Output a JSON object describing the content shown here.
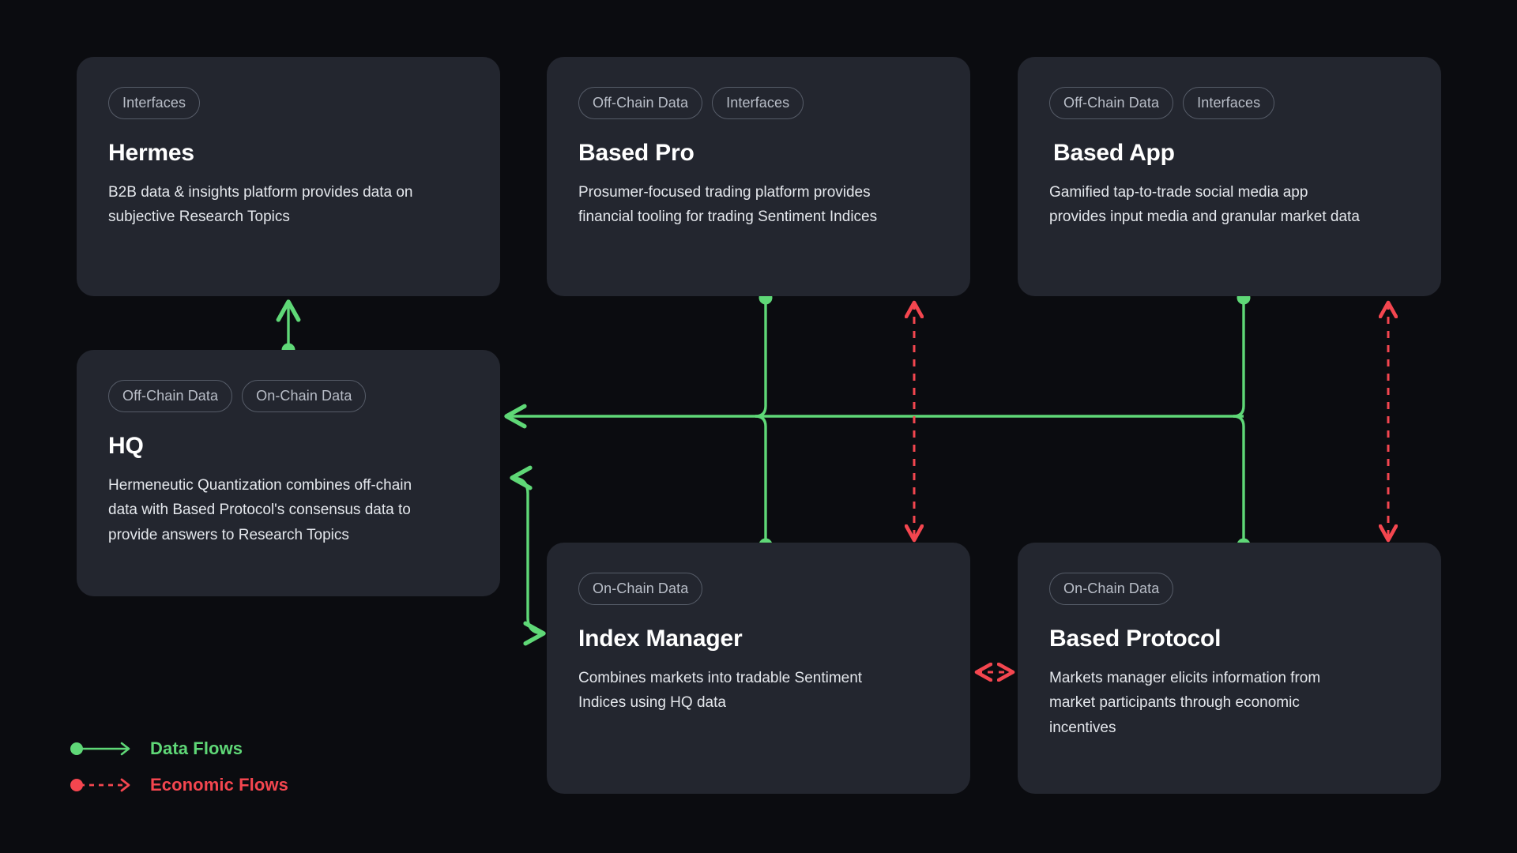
{
  "theme": {
    "page_background": "#0b0c10",
    "card_background": "#23262f",
    "title_color": "#ffffff",
    "body_color": "#e4e7ec",
    "tag_border": "#565c68",
    "tag_text": "#b9bec8",
    "data_flow_color": "#5fd877",
    "economic_flow_color": "#f4464f"
  },
  "cards": [
    {
      "id": "hermes",
      "tags": [
        "Interfaces"
      ],
      "title": "Hermes",
      "description": "B2B data & insights platform provides data on subjective Research Topics"
    },
    {
      "id": "based-pro",
      "tags": [
        "Off-Chain Data",
        "Interfaces"
      ],
      "title": "Based Pro",
      "description": "Prosumer-focused trading platform provides financial tooling for trading Sentiment Indices"
    },
    {
      "id": "based-app",
      "tags": [
        "Off-Chain Data",
        "Interfaces"
      ],
      "title": "Based App",
      "description": "Gamified tap-to-trade social media app provides input media and granular market data"
    },
    {
      "id": "hq",
      "tags": [
        "Off-Chain Data",
        "On-Chain Data"
      ],
      "title": "HQ",
      "description": "Hermeneutic Quantization combines off-chain data with Based Protocol's consensus data to provide answers to Research Topics"
    },
    {
      "id": "index-manager",
      "tags": [
        "On-Chain Data"
      ],
      "title": "Index Manager",
      "description": "Combines markets into tradable Sentiment Indices using HQ data"
    },
    {
      "id": "based-protocol",
      "tags": [
        "On-Chain Data"
      ],
      "title": "Based Protocol",
      "description": "Markets manager elicits information from market participants through economic incentives"
    }
  ],
  "legend": {
    "items": [
      {
        "icon": "dot-solid-arrow-icon",
        "label": "Data Flows",
        "color": "#5fd877",
        "style": "solid"
      },
      {
        "icon": "dot-dashed-arrow-icon",
        "label": "Economic Flows",
        "color": "#f4464f",
        "style": "dashed"
      }
    ]
  },
  "connections": [
    {
      "id": "hq-to-hermes",
      "type": "data",
      "from": "HQ",
      "to": "Hermes",
      "direction": "up"
    },
    {
      "id": "based-pro-to-hq",
      "type": "data",
      "from": "Based Pro",
      "to": "HQ",
      "direction": "left"
    },
    {
      "id": "index-manager-to-hq",
      "type": "data",
      "from": "Index Manager",
      "to": "HQ",
      "direction": "left"
    },
    {
      "id": "based-app-to-hq",
      "type": "data",
      "from": "Based App",
      "to": "HQ",
      "direction": "left"
    },
    {
      "id": "based-protocol-to-hq",
      "type": "data",
      "from": "Based Protocol",
      "to": "HQ",
      "direction": "left"
    },
    {
      "id": "hq-index-manager",
      "type": "data",
      "from": "HQ",
      "to": "Index Manager",
      "direction": "bidirectional"
    },
    {
      "id": "based-pro-index-manager",
      "type": "economic",
      "from": "Based Pro",
      "to": "Index Manager",
      "direction": "bidirectional"
    },
    {
      "id": "based-app-based-protocol",
      "type": "economic",
      "from": "Based App",
      "to": "Based Protocol",
      "direction": "bidirectional"
    },
    {
      "id": "index-manager-based-protocol",
      "type": "economic",
      "from": "Index Manager",
      "to": "Based Protocol",
      "direction": "bidirectional"
    }
  ]
}
